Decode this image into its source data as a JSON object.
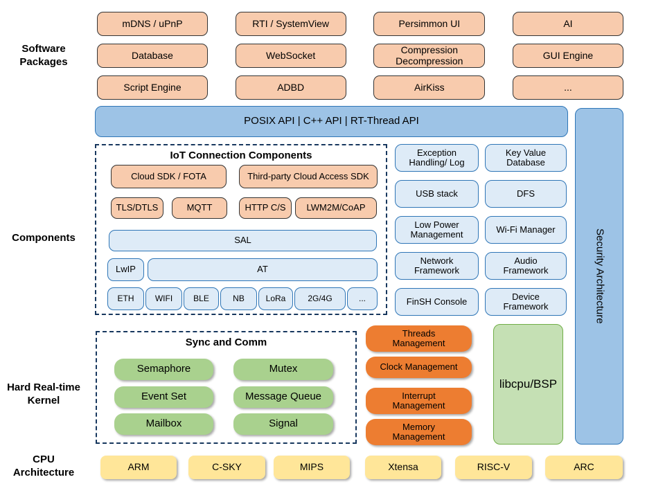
{
  "labels": {
    "software_packages": "Software\nPackages",
    "components": "Components",
    "kernel": "Hard Real-time\nKernel",
    "cpu": "CPU\nArchitecture"
  },
  "software_packages": {
    "items": [
      "mDNS / uPnP",
      "RTI / SystemView",
      "Persimmon UI",
      "AI",
      "Database",
      "WebSocket",
      "Compression Decompression",
      "GUI Engine",
      "Script Engine",
      "ADBD",
      "AirKiss",
      "..."
    ]
  },
  "api_bar": {
    "label": "POSIX API | C++ API | RT-Thread API"
  },
  "security": {
    "label": "Security Architecture"
  },
  "iot": {
    "title": "IoT Connection Components",
    "cloud_sdk": "Cloud SDK / FOTA",
    "third_party": "Third-party Cloud Access SDK",
    "tls": "TLS/DTLS",
    "mqtt": "MQTT",
    "http": "HTTP C/S",
    "lwm2m": "LWM2M/CoAP",
    "sal": "SAL",
    "lwip": "LwIP",
    "at": "AT",
    "links": [
      "ETH",
      "WIFI",
      "BLE",
      "NB",
      "LoRa",
      "2G/4G",
      "..."
    ]
  },
  "components_right": {
    "items": [
      "Exception\nHandling/ Log",
      "Key Value\nDatabase",
      "USB stack",
      "DFS",
      "Low Power\nManagement",
      "Wi-Fi Manager",
      "Network\nFramework",
      "Audio\nFramework",
      "FinSH Console",
      "Device\nFramework"
    ]
  },
  "kernel": {
    "sync_title": "Sync and Comm",
    "sync_items": [
      "Semaphore",
      "Mutex",
      "Event Set",
      "Message Queue",
      "Mailbox",
      "Signal"
    ],
    "mgmt_items": [
      "Threads\nManagement",
      "Clock Management",
      "Interrupt\nManagement",
      "Memory\nManagement"
    ],
    "libcpu": "libcpu/BSP"
  },
  "cpu": {
    "items": [
      "ARM",
      "C-SKY",
      "MIPS",
      "Xtensa",
      "RISC-V",
      "ARC"
    ]
  },
  "colors": {
    "package_fill": "#F8CBAD",
    "api_fill": "#9DC3E6",
    "component_fill": "#DEEBF7",
    "component_border": "#2E75B6",
    "sync_fill": "#A9D18E",
    "mgmt_fill": "#ED7D31",
    "libcpu_fill": "#C5E0B4",
    "libcpu_border": "#70AD47",
    "cpu_fill": "#FFE699",
    "dashed_border": "#17375E"
  }
}
